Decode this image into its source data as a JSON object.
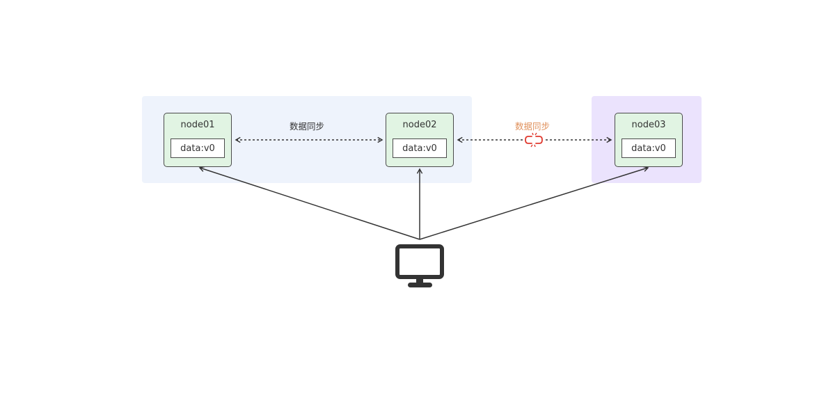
{
  "nodes": [
    {
      "name": "node01",
      "data": "data:v0"
    },
    {
      "name": "node02",
      "data": "data:v0"
    },
    {
      "name": "node03",
      "data": "data:v0"
    }
  ],
  "links": [
    {
      "label": "数据同步",
      "status": "connected",
      "color": "#333333"
    },
    {
      "label": "数据同步",
      "status": "broken",
      "color": "#e0915c",
      "break_color": "#e03a2f"
    }
  ],
  "client_icon": "monitor-icon",
  "colors": {
    "region_left": "#eef3fc",
    "region_right": "#ebe3fd",
    "node_fill": "#e1f4e3",
    "stroke": "#333333"
  }
}
